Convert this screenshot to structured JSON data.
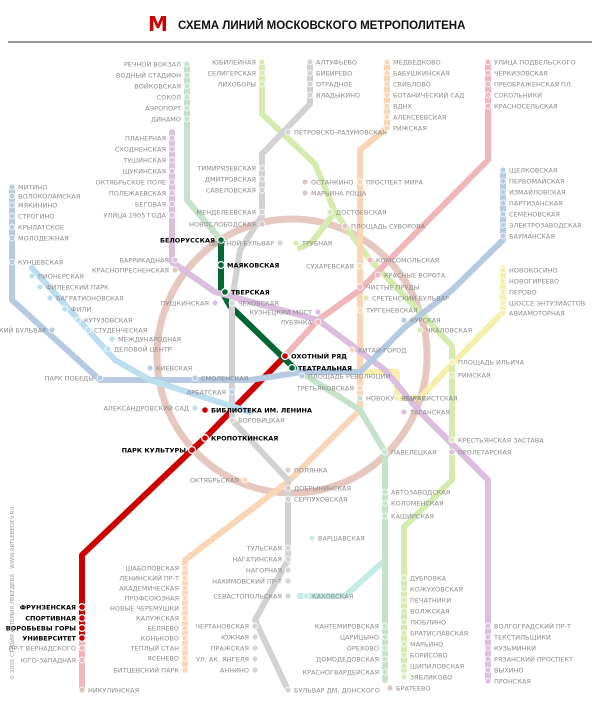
{
  "header": {
    "title": "СХЕМА ЛИНИЙ МОСКОВСКОГО МЕТРОПОЛИТЕНА",
    "logo_letter": "M",
    "logo_color": "#cc0000"
  },
  "sidebar_credit": "© 2005 СТУДИЯ АРТЕМИЯ ЛЕБЕДЕВА  ·  WWW.ARTLEBEDEV.RU",
  "colors": {
    "red": "#cc0000",
    "green": "#006633",
    "pale_red": "#f0b8bc",
    "pale_green": "#c8e4cc",
    "pale_blue": "#b8cce4",
    "pale_cyan": "#bce0ec",
    "pale_brown": "#dcc8c0",
    "pale_orange": "#f8d8b8",
    "pale_violet": "#dcc0e0",
    "pale_yellow": "#f4f0b0",
    "pale_lime": "#d8ecb0",
    "pale_grey": "#d4d4d4",
    "pale_teal": "#c8ece8",
    "pale_lightblue": "#c8d8f0",
    "highlight_text": "#000000",
    "muted_text": "#8a8a8a"
  },
  "stations": [
    {
      "name": "РЕЧНОЙ ВОКЗАЛ",
      "line": "zamoskvoretskaya",
      "active": false
    },
    {
      "name": "ВОДНЫЙ СТАДИОН",
      "line": "zamoskvoretskaya",
      "active": false
    },
    {
      "name": "ВОЙКОВСКАЯ",
      "line": "zamoskvoretskaya",
      "active": false
    },
    {
      "name": "СОКОЛ",
      "line": "zamoskvoretskaya",
      "active": false
    },
    {
      "name": "АЭРОПОРТ",
      "line": "zamoskvoretskaya",
      "active": false
    },
    {
      "name": "ДИНАМО",
      "line": "zamoskvoretskaya",
      "active": false
    },
    {
      "name": "БЕЛОРУССКАЯ",
      "line": "zamoskvoretskaya",
      "active": true
    },
    {
      "name": "МАЯКОВСКАЯ",
      "line": "zamoskvoretskaya",
      "active": true
    },
    {
      "name": "ТВЕРСКАЯ",
      "line": "zamoskvoretskaya",
      "active": true
    },
    {
      "name": "ТЕАТРАЛЬНАЯ",
      "line": "zamoskvoretskaya",
      "active": true
    },
    {
      "name": "НОВОКУЗНЕЦКАЯ",
      "line": "zamoskvoretskaya",
      "active": false
    },
    {
      "name": "ПАВЕЛЕЦКАЯ",
      "line": "zamoskvoretskaya",
      "active": false
    },
    {
      "name": "АВТОЗАВОДСКАЯ",
      "line": "zamoskvoretskaya",
      "active": false
    },
    {
      "name": "КОЛОМЕНСКАЯ",
      "line": "zamoskvoretskaya",
      "active": false
    },
    {
      "name": "КАШИРСКАЯ",
      "line": "zamoskvoretskaya",
      "active": false
    },
    {
      "name": "КАНТЕМИРОВСКАЯ",
      "line": "zamoskvoretskaya",
      "active": false
    },
    {
      "name": "ЦАРИЦЫНО",
      "line": "zamoskvoretskaya",
      "active": false
    },
    {
      "name": "ОРЕХОВО",
      "line": "zamoskvoretskaya",
      "active": false
    },
    {
      "name": "ДОМОДЕДОВСКАЯ",
      "line": "zamoskvoretskaya",
      "active": false
    },
    {
      "name": "КРАСНОГВАРДЕЙСКАЯ",
      "line": "zamoskvoretskaya",
      "active": false
    },
    {
      "name": "УЛИЦА ПОДБЕЛЬСКОГО",
      "line": "sokolnicheskaya",
      "active": false
    },
    {
      "name": "ЧЕРКИЗОВСКАЯ",
      "line": "sokolnicheskaya",
      "active": false
    },
    {
      "name": "ПРЕОБРАЖЕНСКАЯ ПЛ.",
      "line": "sokolnicheskaya",
      "active": false
    },
    {
      "name": "СОКОЛЬНИКИ",
      "line": "sokolnicheskaya",
      "active": false
    },
    {
      "name": "КРАСНОСЕЛЬСКАЯ",
      "line": "sokolnicheskaya",
      "active": false
    },
    {
      "name": "КОМСОМОЛЬСКАЯ",
      "line": "sokolnicheskaya",
      "active": false
    },
    {
      "name": "КРАСНЫЕ ВОРОТА",
      "line": "sokolnicheskaya",
      "active": false
    },
    {
      "name": "ЧИСТЫЕ ПРУДЫ",
      "line": "sokolnicheskaya",
      "active": false
    },
    {
      "name": "ЛУБЯНКА",
      "line": "sokolnicheskaya",
      "active": false
    },
    {
      "name": "ОХОТНЫЙ РЯД",
      "line": "sokolnicheskaya",
      "active": true
    },
    {
      "name": "БИБЛИОТЕКА ИМ. ЛЕНИНА",
      "line": "sokolnicheskaya",
      "active": true
    },
    {
      "name": "КРОПОТКИНСКАЯ",
      "line": "sokolnicheskaya",
      "active": true
    },
    {
      "name": "ПАРК КУЛЬТУРЫ",
      "line": "sokolnicheskaya",
      "active": true
    },
    {
      "name": "ФРУНЗЕНСКАЯ",
      "line": "sokolnicheskaya",
      "active": true
    },
    {
      "name": "СПОРТИВНАЯ",
      "line": "sokolnicheskaya",
      "active": true
    },
    {
      "name": "ВОРОБЬЕВЫ ГОРЫ",
      "line": "sokolnicheskaya",
      "active": true
    },
    {
      "name": "УНИВЕРСИТЕТ",
      "line": "sokolnicheskaya",
      "active": true
    },
    {
      "name": "ПР-Т ВЕРНАДСКОГО",
      "line": "sokolnicheskaya",
      "active": false
    },
    {
      "name": "ЮГО-ЗАПАДНАЯ",
      "line": "sokolnicheskaya",
      "active": false
    },
    {
      "name": "АЛТУФЬЕВО",
      "line": "serpukhovskaya",
      "active": false
    },
    {
      "name": "БИБИРЕВО",
      "line": "serpukhovskaya",
      "active": false
    },
    {
      "name": "ОТРАДНОЕ",
      "line": "serpukhovskaya",
      "active": false
    },
    {
      "name": "ВЛАДЫКИНО",
      "line": "serpukhovskaya",
      "active": false
    },
    {
      "name": "ПЕТРОВСКО-РАЗУМОВСКАЯ",
      "line": "serpukhovskaya",
      "active": false
    },
    {
      "name": "ТИМИРЯЗЕВСКАЯ",
      "line": "serpukhovskaya",
      "active": false
    },
    {
      "name": "ДМИТРОВСКАЯ",
      "line": "serpukhovskaya",
      "active": false
    },
    {
      "name": "САВЕЛОВСКАЯ",
      "line": "serpukhovskaya",
      "active": false
    },
    {
      "name": "МЕНДЕЛЕЕВСКАЯ",
      "line": "serpukhovskaya",
      "active": false
    },
    {
      "name": "ЦВЕТНОЙ БУЛЬВАР",
      "line": "serpukhovskaya",
      "active": false
    },
    {
      "name": "ЧЕХОВСКАЯ",
      "line": "serpukhovskaya",
      "active": false
    },
    {
      "name": "БОРОВИЦКАЯ",
      "line": "serpukhovskaya",
      "active": false
    },
    {
      "name": "ПОЛЯНКА",
      "line": "serpukhovskaya",
      "active": false
    },
    {
      "name": "СЕРПУХОВСКАЯ",
      "line": "serpukhovskaya",
      "active": false
    },
    {
      "name": "ТУЛЬСКАЯ",
      "line": "serpukhovskaya",
      "active": false
    },
    {
      "name": "НАГАТИНСКАЯ",
      "line": "serpukhovskaya",
      "active": false
    },
    {
      "name": "НАГОРНАЯ",
      "line": "serpukhovskaya",
      "active": false
    },
    {
      "name": "НАХИМОВСКИЙ ПР-Т",
      "line": "serpukhovskaya",
      "active": false
    },
    {
      "name": "СЕВАСТОПОЛЬСКАЯ",
      "line": "serpukhovskaya",
      "active": false
    },
    {
      "name": "ЧЕРТАНОВСКАЯ",
      "line": "serpukhovskaya",
      "active": false
    },
    {
      "name": "ЮЖНАЯ",
      "line": "serpukhovskaya",
      "active": false
    },
    {
      "name": "ПРАЖСКАЯ",
      "line": "serpukhovskaya",
      "active": false
    },
    {
      "name": "УЛ. АК. ЯНГЕЛЯ",
      "line": "serpukhovskaya",
      "active": false
    },
    {
      "name": "АННИНО",
      "line": "serpukhovskaya",
      "active": false
    },
    {
      "name": "БУЛЬВАР ДМ. ДОНСКОГО",
      "line": "serpukhovskaya",
      "active": false
    },
    {
      "name": "ЮБИЛЕЙНАЯ",
      "line": "lyublinskaya",
      "active": false
    },
    {
      "name": "СЕЛИГЕРСКАЯ",
      "line": "lyublinskaya",
      "active": false
    },
    {
      "name": "ЛИХОБОРЫ",
      "line": "lyublinskaya",
      "active": false
    },
    {
      "name": "ДОСТОЕВСКАЯ",
      "line": "lyublinskaya",
      "active": false
    },
    {
      "name": "ТРУБНАЯ",
      "line": "lyublinskaya",
      "active": false
    },
    {
      "name": "СРЕТЕНСКИЙ БУЛЬВАР",
      "line": "lyublinskaya",
      "active": false
    },
    {
      "name": "ЧКАЛОВСКАЯ",
      "line": "lyublinskaya",
      "active": false
    },
    {
      "name": "РИМСКАЯ",
      "line": "lyublinskaya",
      "active": false
    },
    {
      "name": "КРЕСТЬЯНСКАЯ ЗАСТАВА",
      "line": "lyublinskaya",
      "active": false
    },
    {
      "name": "ДУБРОВКА",
      "line": "lyublinskaya",
      "active": false
    },
    {
      "name": "КОЖУХОВСКАЯ",
      "line": "lyublinskaya",
      "active": false
    },
    {
      "name": "ПЕЧАТНИКИ",
      "line": "lyublinskaya",
      "active": false
    },
    {
      "name": "ВОЛЖСКАЯ",
      "line": "lyublinskaya",
      "active": false
    },
    {
      "name": "ЛЮБЛИНО",
      "line": "lyublinskaya",
      "active": false
    },
    {
      "name": "БРАТИСЛАВСКАЯ",
      "line": "lyublinskaya",
      "active": false
    },
    {
      "name": "МАРЬИНО",
      "line": "lyublinskaya",
      "active": false
    },
    {
      "name": "БОРИСОВО",
      "line": "lyublinskaya",
      "active": false
    },
    {
      "name": "ШИПИЛОВСКАЯ",
      "line": "lyublinskaya",
      "active": false
    },
    {
      "name": "ЗЯБЛИКОВО",
      "line": "lyublinskaya",
      "active": false
    },
    {
      "name": "МЕДВЕДКОВО",
      "line": "kaluzhskaya",
      "active": false
    },
    {
      "name": "БАБУШКИНСКАЯ",
      "line": "kaluzhskaya",
      "active": false
    },
    {
      "name": "СВИБЛОВО",
      "line": "kaluzhskaya",
      "active": false
    },
    {
      "name": "БОТАНИЧЕСКИЙ САД",
      "line": "kaluzhskaya",
      "active": false
    },
    {
      "name": "ВДНХ",
      "line": "kaluzhskaya",
      "active": false
    },
    {
      "name": "АЛЕКСЕЕВСКАЯ",
      "line": "kaluzhskaya",
      "active": false
    },
    {
      "name": "РИЖСКАЯ",
      "line": "kaluzhskaya",
      "active": false
    },
    {
      "name": "ПРОСПЕКТ МИРА",
      "line": "kaluzhskaya",
      "active": false
    },
    {
      "name": "СУХАРЕВСКАЯ",
      "line": "kaluzhskaya",
      "active": false
    },
    {
      "name": "ТУРГЕНЕВСКАЯ",
      "line": "kaluzhskaya",
      "active": false
    },
    {
      "name": "КИТАЙ-ГОРОД",
      "line": "kaluzhskaya",
      "active": false
    },
    {
      "name": "ТРЕТЬЯКОВСКАЯ",
      "line": "kaluzhskaya",
      "active": false
    },
    {
      "name": "ОКТЯБРЬСКАЯ",
      "line": "kaluzhskaya",
      "active": false
    },
    {
      "name": "ШАБОЛОВСКАЯ",
      "line": "kaluzhskaya",
      "active": false
    },
    {
      "name": "ЛЕНИНСКИЙ ПР-Т",
      "line": "kaluzhskaya",
      "active": false
    },
    {
      "name": "АКАДЕМИЧЕСКАЯ",
      "line": "kaluzhskaya",
      "active": false
    },
    {
      "name": "ПРОФСОЮЗНАЯ",
      "line": "kaluzhskaya",
      "active": false
    },
    {
      "name": "НОВЫЕ ЧЕРЕМУШКИ",
      "line": "kaluzhskaya",
      "active": false
    },
    {
      "name": "КАЛУЖСКАЯ",
      "line": "kaluzhskaya",
      "active": false
    },
    {
      "name": "БЕЛЯЕВО",
      "line": "kaluzhskaya",
      "active": false
    },
    {
      "name": "КОНЬКОВО",
      "line": "kaluzhskaya",
      "active": false
    },
    {
      "name": "ТЕПЛЫЙ СТАН",
      "line": "kaluzhskaya",
      "active": false
    },
    {
      "name": "ЯСЕНЕВО",
      "line": "kaluzhskaya",
      "active": false
    },
    {
      "name": "БИТЦЕВСКИЙ ПАРК",
      "line": "kaluzhskaya",
      "active": false
    },
    {
      "name": "ПЛАНЕРНАЯ",
      "line": "tagansko",
      "active": false
    },
    {
      "name": "СХОДНЕНСКАЯ",
      "line": "tagansko",
      "active": false
    },
    {
      "name": "ТУШИНСКАЯ",
      "line": "tagansko",
      "active": false
    },
    {
      "name": "ЩУКИНСКАЯ",
      "line": "tagansko",
      "active": false
    },
    {
      "name": "ОКТЯБРЬСКОЕ ПОЛЕ",
      "line": "tagansko",
      "active": false
    },
    {
      "name": "ПОЛЕЖАЕВСКАЯ",
      "line": "tagansko",
      "active": false
    },
    {
      "name": "БЕГОВАЯ",
      "line": "tagansko",
      "active": false
    },
    {
      "name": "УЛИЦА 1905 ГОДА",
      "line": "tagansko",
      "active": false
    },
    {
      "name": "БАРРИКАДНАЯ",
      "line": "tagansko",
      "active": false
    },
    {
      "name": "ПУШКИНСКАЯ",
      "line": "tagansko",
      "active": false
    },
    {
      "name": "КУЗНЕЦКИЙ МОСТ",
      "line": "tagansko",
      "active": false
    },
    {
      "name": "ТАГАНСКАЯ",
      "line": "tagansko",
      "active": false
    },
    {
      "name": "ПРОЛЕТАРСКАЯ",
      "line": "tagansko",
      "active": false
    },
    {
      "name": "ВОЛГОГРАДСКИЙ ПР-Т",
      "line": "tagansko",
      "active": false
    },
    {
      "name": "ТЕКСТИЛЬЩИКИ",
      "line": "tagansko",
      "active": false
    },
    {
      "name": "КУЗЬМИНКИ",
      "line": "tagansko",
      "active": false
    },
    {
      "name": "РЯЗАНСКИЙ ПРОСПЕКТ",
      "line": "tagansko",
      "active": false
    },
    {
      "name": "ВЫХИНО",
      "line": "tagansko",
      "active": false
    },
    {
      "name": "ПРОНСКАЯ",
      "line": "tagansko",
      "active": false
    },
    {
      "name": "ЩЕЛКОВСКАЯ",
      "line": "arbatsko",
      "active": false
    },
    {
      "name": "ПЕРВОМАЙСКАЯ",
      "line": "arbatsko",
      "active": false
    },
    {
      "name": "ИЗМАЙЛОВСКАЯ",
      "line": "arbatsko",
      "active": false
    },
    {
      "name": "ПАРТИЗАНСКАЯ",
      "line": "arbatsko",
      "active": false
    },
    {
      "name": "СЕМЕНОВСКАЯ",
      "line": "arbatsko",
      "active": false
    },
    {
      "name": "ЭЛЕКТРОЗАВОДСКАЯ",
      "line": "arbatsko",
      "active": false
    },
    {
      "name": "БАУМАНСКАЯ",
      "line": "arbatsko",
      "active": false
    },
    {
      "name": "КУРСКАЯ",
      "line": "arbatsko",
      "active": false
    },
    {
      "name": "ПЛОЩАДЬ РЕВОЛЮЦИИ",
      "line": "arbatsko",
      "active": false
    },
    {
      "name": "АРБАТСКАЯ",
      "line": "arbatsko",
      "active": false
    },
    {
      "name": "СМОЛЕНСКАЯ",
      "line": "arbatsko",
      "active": false
    },
    {
      "name": "КИЕВСКАЯ",
      "line": "arbatsko",
      "active": false
    },
    {
      "name": "ПАРК ПОБЕДЫ",
      "line": "arbatsko",
      "active": false
    },
    {
      "name": "СЛАВЯНСКИЙ БУЛЬВАР",
      "line": "arbatsko",
      "active": false
    },
    {
      "name": "КУНЦЕВСКАЯ",
      "line": "arbatsko",
      "active": false
    },
    {
      "name": "МОЛОДЕЖНАЯ",
      "line": "arbatsko",
      "active": false
    },
    {
      "name": "КРЫЛАТСКОЕ",
      "line": "arbatsko",
      "active": false
    },
    {
      "name": "СТРОГИНО",
      "line": "arbatsko",
      "active": false
    },
    {
      "name": "МЯКИНИНО",
      "line": "arbatsko",
      "active": false
    },
    {
      "name": "ВОЛОКОЛАМСКАЯ",
      "line": "arbatsko",
      "active": false
    },
    {
      "name": "МИТИНО",
      "line": "arbatsko",
      "active": false
    },
    {
      "name": "ПИОНЕРСКАЯ",
      "line": "filyovskaya",
      "active": false
    },
    {
      "name": "ФИЛЕВСКИЙ ПАРК",
      "line": "filyovskaya",
      "active": false
    },
    {
      "name": "БАГРАТИОНОВСКАЯ",
      "line": "filyovskaya",
      "active": false
    },
    {
      "name": "ФИЛИ",
      "line": "filyovskaya",
      "active": false
    },
    {
      "name": "КУТУЗОВСКАЯ",
      "line": "filyovskaya",
      "active": false
    },
    {
      "name": "СТУДЕНЧЕСКАЯ",
      "line": "filyovskaya",
      "active": false
    },
    {
      "name": "МЕЖДУНАРОДНАЯ",
      "line": "filyovskaya",
      "active": false
    },
    {
      "name": "ДЕЛОВОЙ ЦЕНТР",
      "line": "filyovskaya",
      "active": false
    },
    {
      "name": "АЛЕКСАНДРОВСКИЙ САД",
      "line": "filyovskaya",
      "active": false
    },
    {
      "name": "НОВОКОСИНО",
      "line": "kalininskaya",
      "active": false
    },
    {
      "name": "НОВОГИРЕЕВО",
      "line": "kalininskaya",
      "active": false
    },
    {
      "name": "ПЕРОВО",
      "line": "kalininskaya",
      "active": false
    },
    {
      "name": "ШОССЕ ЭНТУЗИАСТОВ",
      "line": "kalininskaya",
      "active": false
    },
    {
      "name": "АВИАМОТОРНАЯ",
      "line": "kalininskaya",
      "active": false
    },
    {
      "name": "ПЛОЩАДЬ ИЛЬИЧА",
      "line": "kalininskaya",
      "active": false
    },
    {
      "name": "МАРКСИСТСКАЯ",
      "line": "kalininskaya",
      "active": false
    },
    {
      "name": "ВАРШАВСКАЯ",
      "line": "kakhovskaya",
      "active": false
    },
    {
      "name": "КАХОВСКАЯ",
      "line": "kakhovskaya",
      "active": false
    },
    {
      "name": "НОВОСЛОБОДСКАЯ",
      "line": "koltsevaya",
      "active": false
    },
    {
      "name": "ПЛОЩАДЬ СУВОРОВА",
      "line": "koltsevaya",
      "active": false
    },
    {
      "name": "ОСТАНКИНО",
      "line": "koltsevaya",
      "active": false
    },
    {
      "name": "МАРЬИНА РОЩА",
      "line": "koltsevaya",
      "active": false
    },
    {
      "name": "ДОБРЫНИНСКАЯ",
      "line": "koltsevaya",
      "active": false
    },
    {
      "name": "КРАСНОПРЕСНЕНСКАЯ",
      "line": "koltsevaya",
      "active": false
    },
    {
      "name": "НИКУЛИНСКАЯ",
      "line": "koltsevaya",
      "active": false
    },
    {
      "name": "БРАТЕЕВО",
      "line": "koltsevaya",
      "active": false
    }
  ]
}
